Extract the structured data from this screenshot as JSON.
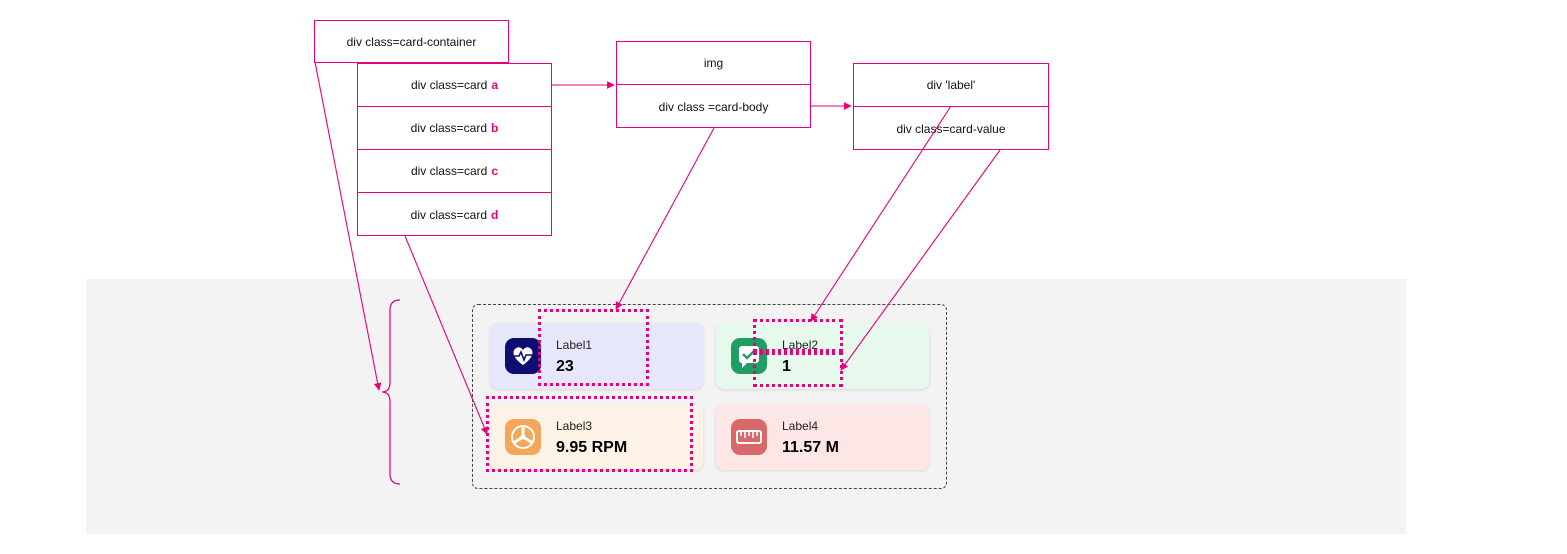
{
  "diagram": {
    "container_node": "div class=card-container",
    "card_nodes": [
      {
        "prefix": "div class=card",
        "letter": "a"
      },
      {
        "prefix": "div class=card",
        "letter": "b"
      },
      {
        "prefix": "div class=card",
        "letter": "c"
      },
      {
        "prefix": "div class=card",
        "letter": "d"
      }
    ],
    "card_children": [
      "img",
      "div class =card-body"
    ],
    "card_body_children": [
      "div 'label'",
      "div class=card-value"
    ]
  },
  "preview": {
    "cards": [
      {
        "label": "Label1",
        "value": "23",
        "icon": "heart-pulse-icon",
        "bg": "#e7e7fb",
        "icon_bg": "#0e0e72"
      },
      {
        "label": "Label2",
        "value": "1",
        "icon": "chat-check-icon",
        "bg": "#e6f9ec",
        "icon_bg": "#1e9e62"
      },
      {
        "label": "Label3",
        "value": "9.95 RPM",
        "icon": "fan-icon",
        "bg": "#fdf2e6",
        "icon_bg": "#f5a65b"
      },
      {
        "label": "Label4",
        "value": "11.57 M",
        "icon": "ruler-icon",
        "bg": "#fce6e6",
        "icon_bg": "#d9686b"
      }
    ]
  },
  "colors": {
    "accent": "#e6007e",
    "panel": "#f3f3f3"
  }
}
